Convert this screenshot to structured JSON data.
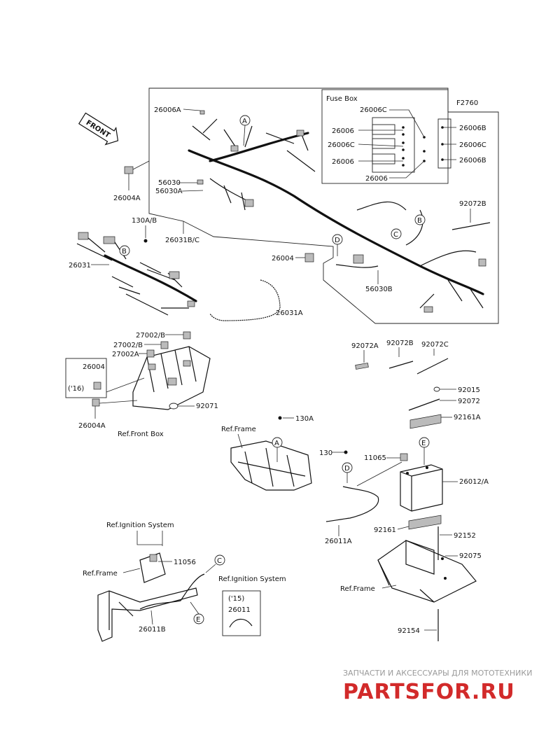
{
  "diagram_code": "F2760",
  "fuse_box": {
    "title": "Fuse Box",
    "left_labels": [
      "26006C",
      "26006",
      "26006C",
      "26006",
      "26006"
    ],
    "right_labels": [
      "26006B",
      "26006C",
      "26006B"
    ]
  },
  "front_arrow": "FRONT",
  "callouts": [
    "A",
    "B",
    "B",
    "C",
    "C",
    "D",
    "D",
    "E",
    "E"
  ],
  "parts": {
    "p26006A": "26006A",
    "p26004A_top": "26004A",
    "p56030": "56030",
    "p56030A": "56030A",
    "p130AB": "130A/B",
    "p26031BC": "26031B/C",
    "p92072B_top": "92072B",
    "p26031": "26031",
    "p26004": "26004",
    "p56030B": "56030B",
    "p26031A": "26031A",
    "p27002B_1": "27002/B",
    "p27002B_2": "27002/B",
    "p27002A": "27002A",
    "p26004_box": "26004",
    "p16": "('16)",
    "p26004A_low": "26004A",
    "p92071": "92071",
    "ref_front_box": "Ref.Front Box",
    "p92072A": "92072A",
    "p92072B": "92072B",
    "p92072C": "92072C",
    "p92015": "92015",
    "p92072": "92072",
    "p92161A": "92161A",
    "ref_frame_mid": "Ref.Frame",
    "p130A": "130A",
    "p130": "130",
    "p11065": "11065",
    "p26012A": "26012/A",
    "p92161": "92161",
    "p92152": "92152",
    "p26011A": "26011A",
    "ref_ignition_1": "Ref.Ignition System",
    "p11056": "11056",
    "ref_frame_low": "Ref.Frame",
    "ref_ignition_2": "Ref.Ignition System",
    "p15": "('15)",
    "p26011": "26011",
    "p26011B": "26011B",
    "p92075": "92075",
    "ref_frame_right": "Ref.Frame",
    "p92154": "92154"
  },
  "watermark": {
    "line1": "ЗАПЧАСТИ И АКСЕССУАРЫ ДЛЯ МОТОТЕХНИКИ",
    "line2": "PARTSFOR.RU"
  }
}
